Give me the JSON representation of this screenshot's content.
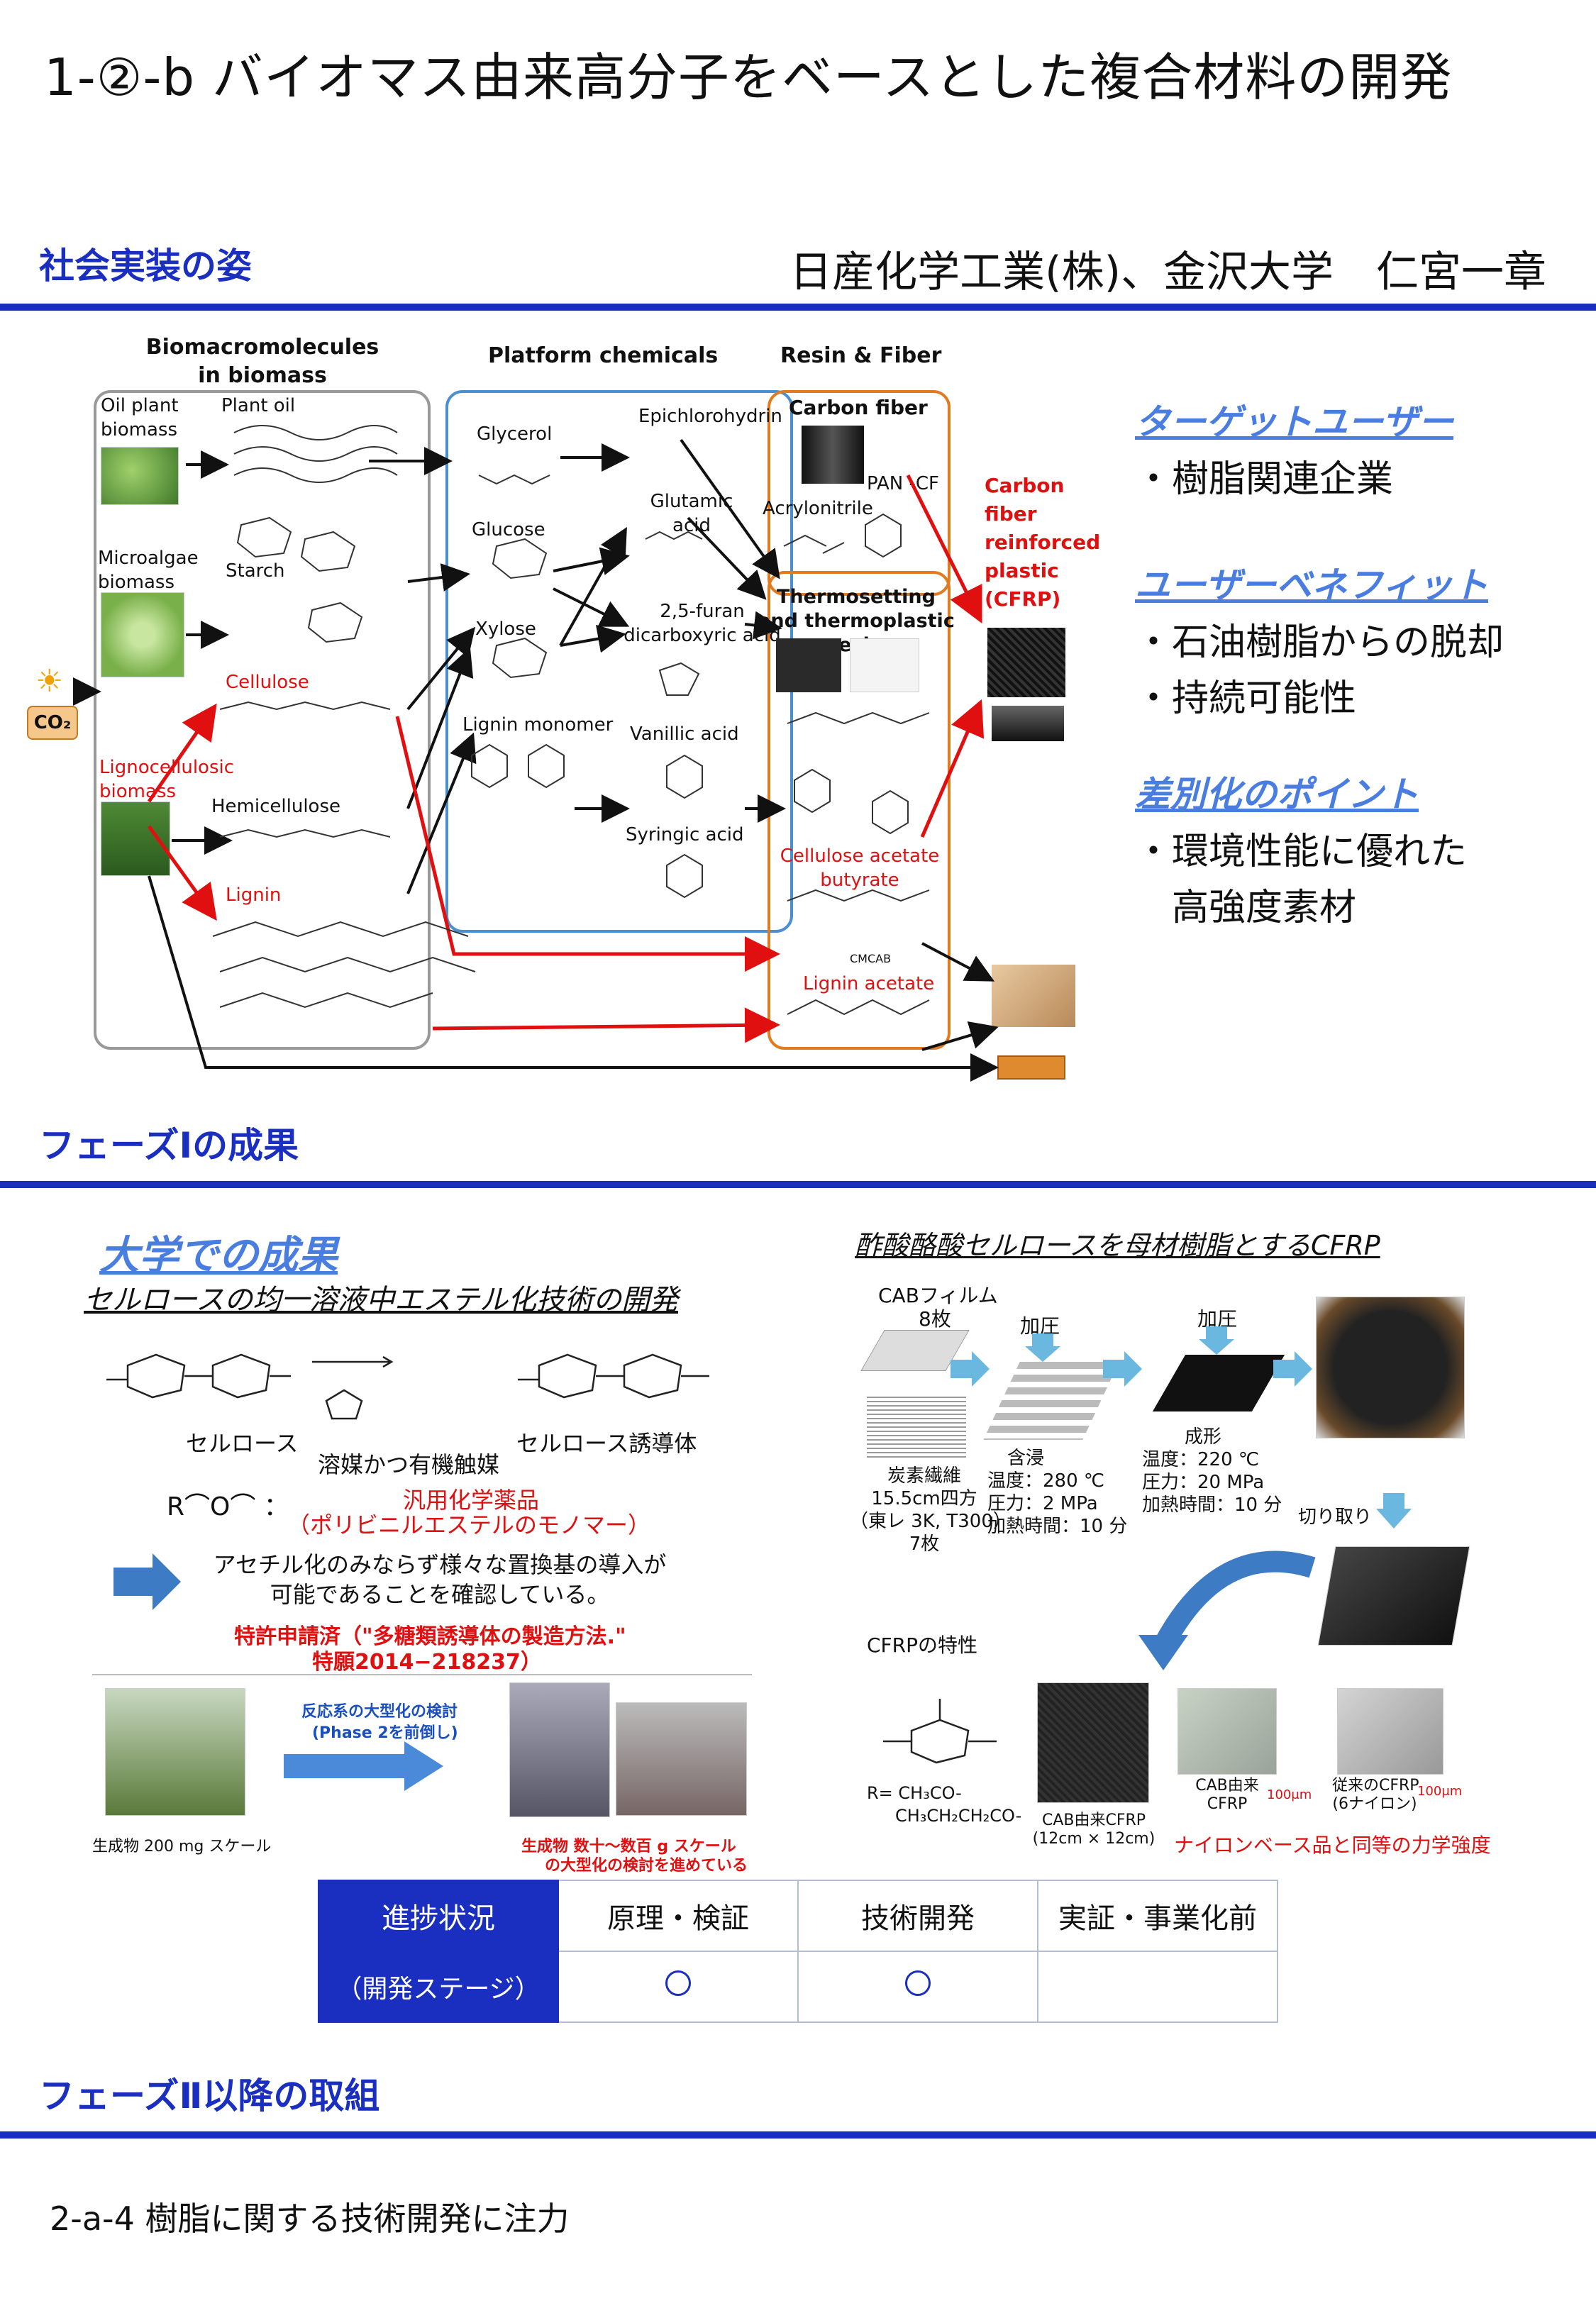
{
  "header": {
    "title": "1-②-b バイオマス由来高分子をベースとした複合材料の開発",
    "affiliation": "日産化学工業(株)、金沢大学　仁宮一章"
  },
  "sections": {
    "social": "社会実装の姿",
    "phase1": "フェーズⅠの成果",
    "phase2": "フェーズⅡ以降の取組"
  },
  "diagram": {
    "col1": "Biomacromolecules in biomass",
    "col2": "Platform chemicals",
    "col3": "Resin & Fiber",
    "co2": "CO₂",
    "oil_plant": "Oil plant biomass",
    "plant_oil": "Plant oil",
    "microalgae": "Microalgae biomass",
    "starch": "Starch",
    "cellulose": "Cellulose",
    "ligno": "Lignocellulosic biomass",
    "hemicellulose": "Hemicellulose",
    "lignin": "Lignin",
    "glycerol": "Glycerol",
    "glucose": "Glucose",
    "xylose": "Xylose",
    "lignin_monomer": "Lignin monomer",
    "epichloro": "Epichlorohydrin",
    "glutamic": "Glutamic acid",
    "furan": "2,5-furan dicarboxyric acid",
    "vanillic": "Vanillic acid",
    "syringic": "Syringic acid",
    "carbon_fiber": "Carbon fiber",
    "pan_cf": "PAN -CF",
    "acrylonitrile": "Acrylonitrile",
    "thermo": "Thermosetting and thermoplastic resin",
    "cab": "Cellulose acetate butyrate",
    "cmcab": "CMCAB",
    "lignin_acetate": "Lignin acetate",
    "cfrp": "Carbon fiber reinforced plastic (CFRP)"
  },
  "right_panel": {
    "target_title": "ターゲットユーザー",
    "target_items": [
      "・樹脂関連企業"
    ],
    "benefit_title": "ユーザーベネフィット",
    "benefit_items": [
      "・石油樹脂からの脱却",
      "・持続可能性"
    ],
    "diff_title": "差別化のポイント",
    "diff_items": [
      "・環境性能に優れた",
      "　高強度素材"
    ]
  },
  "phase1_left": {
    "title": "大学での成果",
    "subtitle": "セルロースの均一溶液中エステル化技術の開発",
    "cellulose": "セルロース",
    "solvent": "溶媒かつ有機触媒",
    "derivative": "セルロース誘導体",
    "general_reagent": "汎用化学薬品",
    "vinyl_ester": "（ポリビニルエステルのモノマー）",
    "result": "アセチル化のみならず様々な置換基の導入が可能であることを確認している。",
    "patent_line1": "特許申請済（\"多糖類誘導体の製造方法.\"",
    "patent_line2": "特願2014−218237）",
    "scaleup": "反応系の大型化の検討",
    "phase2_ahead": "(Phase 2を前倒し)",
    "product_small": "生成物 200 mg スケール",
    "product_large1": "生成物 数十～数百 g スケール",
    "product_large2": "の大型化の検討を進めている"
  },
  "phase1_right": {
    "title": "酢酸酪酸セルロースを母材樹脂とするCFRP",
    "cab_film": "CABフィルム",
    "cab_count": "8枚",
    "press": "加圧",
    "press2": "加圧",
    "fiber1": "炭素繊維",
    "fiber2": "15.5cm四方",
    "fiber3": "（東レ 3K, T300）",
    "fiber4": "7枚",
    "impreg1": "含浸",
    "impreg2": "温度：280 ℃",
    "impreg3": "圧力：2 MPa",
    "impreg4": "加熱時間：10 分",
    "mold1": "成形",
    "mold2": "温度：220 ℃",
    "mold3": "圧力：20 MPa",
    "mold4": "加熱時間：10 分",
    "cut": "切り取り",
    "props": "CFRPの特性",
    "r_def1": "R= CH₃CO-",
    "r_def2": "CH₃CH₂CH₂CO-",
    "sample1_1": "CAB由来CFRP",
    "sample1_2": "(12cm × 12cm)",
    "sample2_1": "CAB由来",
    "sample2_2": "CFRP",
    "sample3_1": "従来のCFRP",
    "sample3_2": "(6ナイロン)",
    "scale": "100μm",
    "strength": "ナイロンベース品と同等の力学強度"
  },
  "progress": {
    "header": [
      "進捗状況",
      "原理・検証",
      "技術開発",
      "実証・事業化前"
    ],
    "row_label": "（開発ステージ）"
  },
  "phase2_text": "2-a-4 樹脂に関する技術開発に注力"
}
